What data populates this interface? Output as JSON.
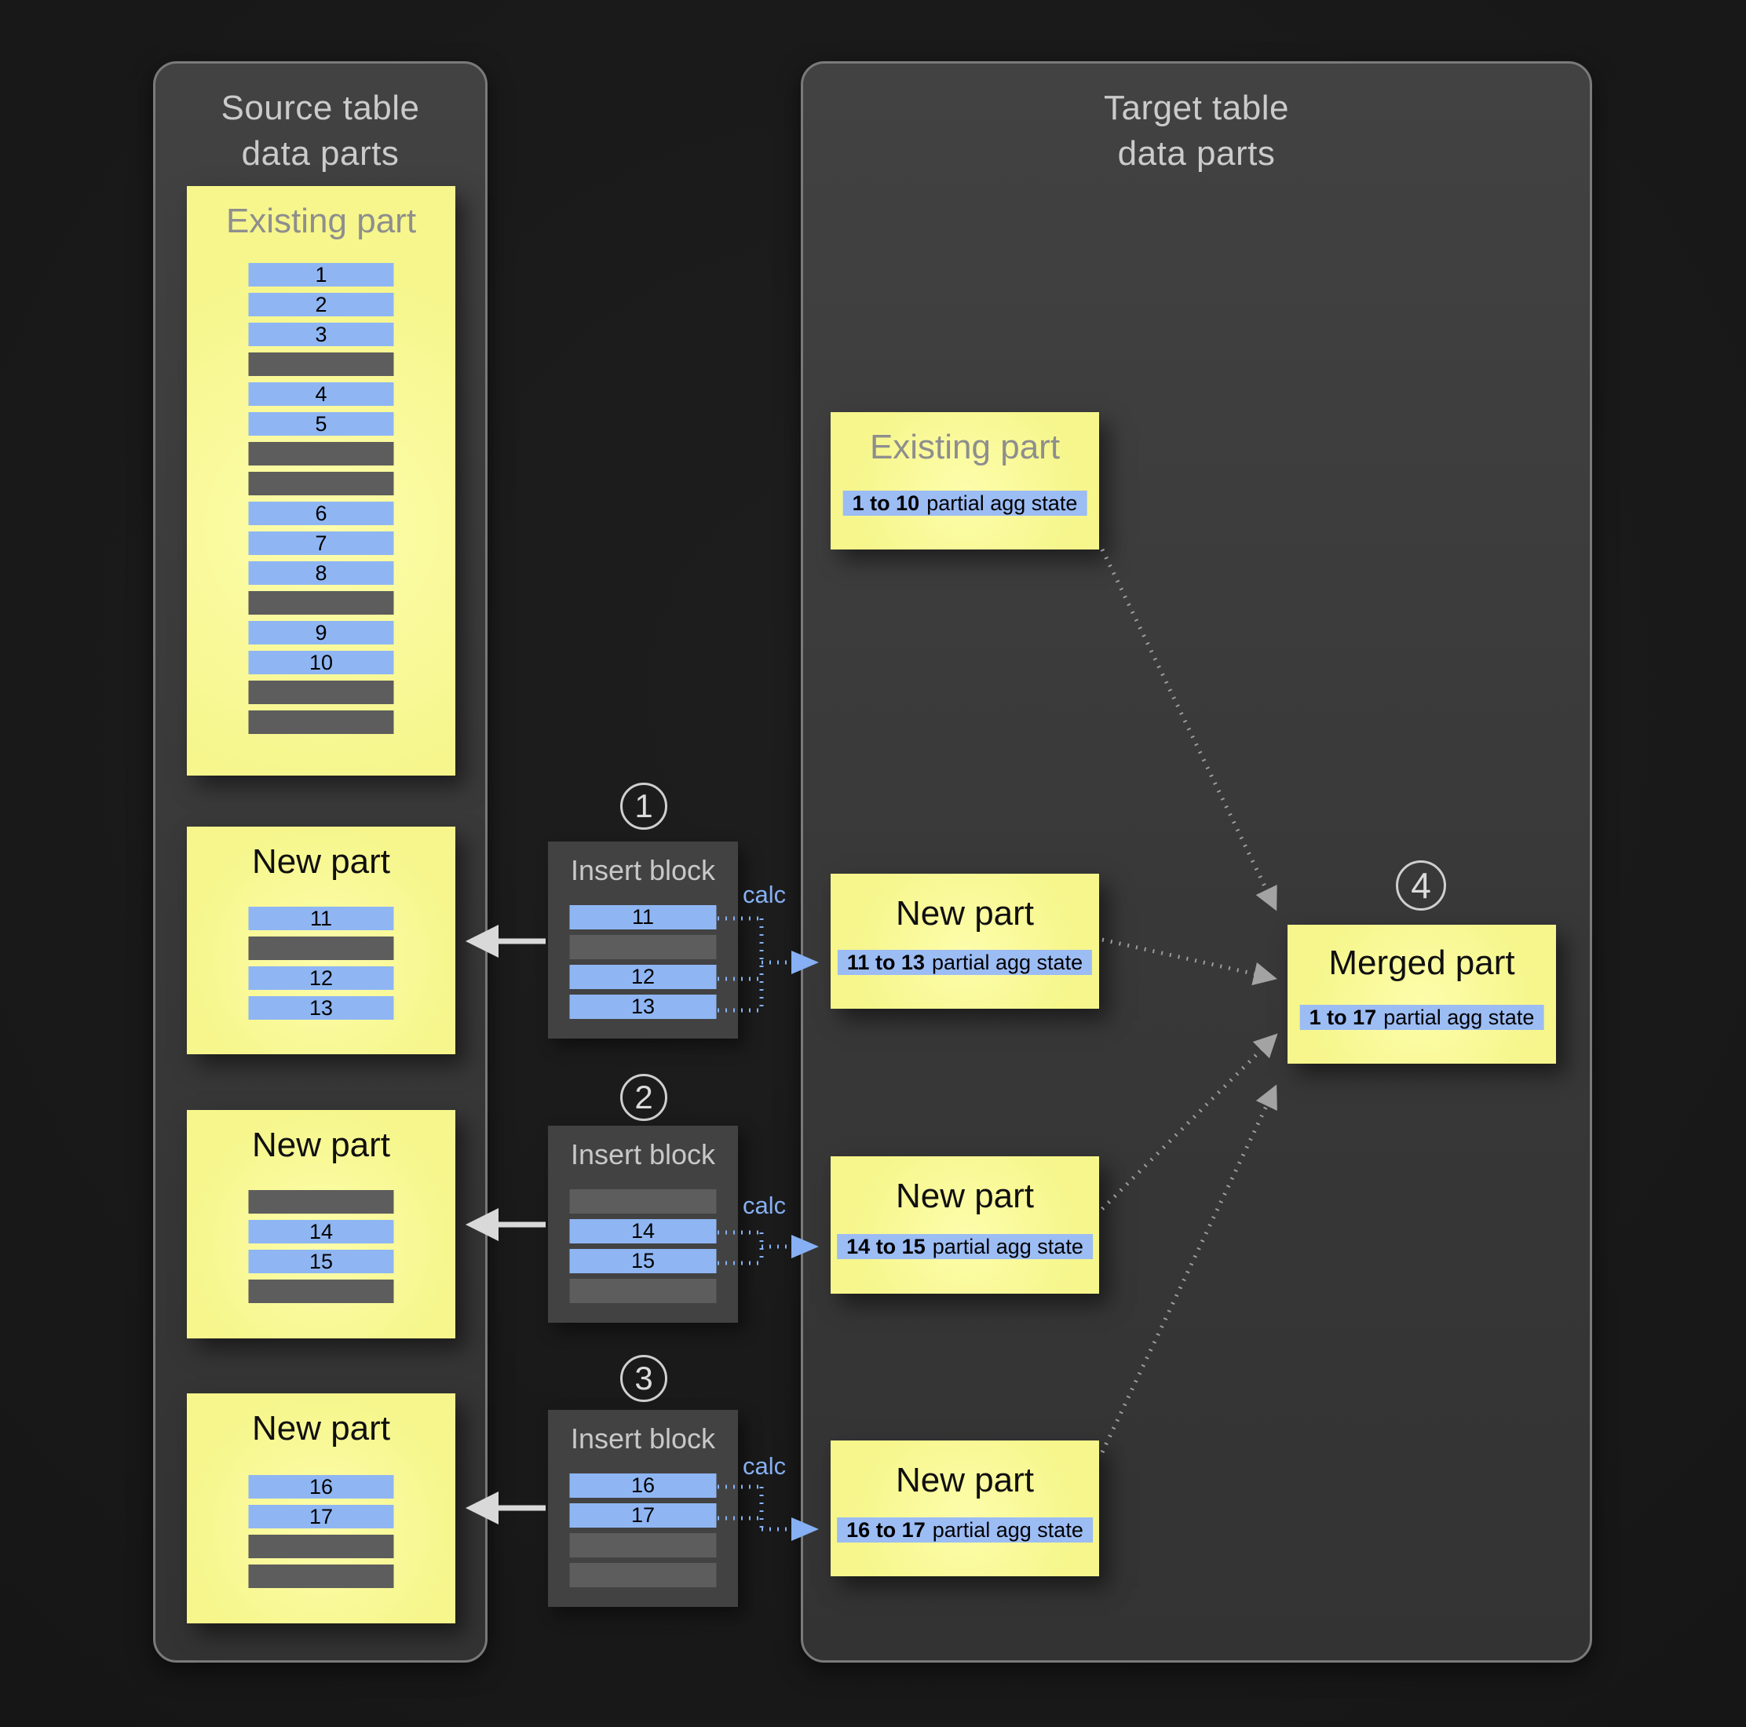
{
  "colors": {
    "background": "#1b1b1b",
    "panel": "#3d3d3d",
    "panel_border": "#7a7a7a",
    "part_yellow": "#f6f68c",
    "row_blue": "#8fb6f3",
    "row_gray": "#5d5d5d",
    "agg_strip_blue": "#9cbcf4",
    "calc_blue": "#86b0f3",
    "arrow_white": "#d9d9d9",
    "arrow_gray": "#a3a3a3"
  },
  "source_panel": {
    "title_line1": "Source table",
    "title_line2": "data parts",
    "parts": [
      {
        "title": "Existing part",
        "rows": [
          "1",
          "2",
          "3",
          null,
          "4",
          "5",
          null,
          null,
          "6",
          "7",
          "8",
          null,
          "9",
          "10",
          null,
          null
        ]
      },
      {
        "title": "New part",
        "rows": [
          "11",
          null,
          "12",
          "13"
        ]
      },
      {
        "title": "New part",
        "rows": [
          null,
          "14",
          "15",
          null
        ]
      },
      {
        "title": "New part",
        "rows": [
          "16",
          "17",
          null,
          null
        ]
      }
    ]
  },
  "insert_blocks": [
    {
      "step": "1",
      "title": "Insert block",
      "calc": "calc",
      "rows": [
        "11",
        null,
        "12",
        "13"
      ]
    },
    {
      "step": "2",
      "title": "Insert block",
      "calc": "calc",
      "rows": [
        null,
        "14",
        "15",
        null
      ]
    },
    {
      "step": "3",
      "title": "Insert block",
      "calc": "calc",
      "rows": [
        "16",
        "17",
        null,
        null
      ]
    }
  ],
  "target_panel": {
    "title_line1": "Target table",
    "title_line2": "data parts",
    "parts": [
      {
        "title": "Existing part",
        "range": "1 to 10",
        "agg": "partial agg state"
      },
      {
        "title": "New part",
        "range": "11 to 13",
        "agg": "partial agg state"
      },
      {
        "title": "New part",
        "range": "14 to 15",
        "agg": "partial agg state"
      },
      {
        "title": "New part",
        "range": "16 to 17",
        "agg": "partial agg state"
      }
    ],
    "merged": {
      "step": "4",
      "title": "Merged part",
      "range": "1 to 17",
      "agg": "partial agg state"
    }
  }
}
